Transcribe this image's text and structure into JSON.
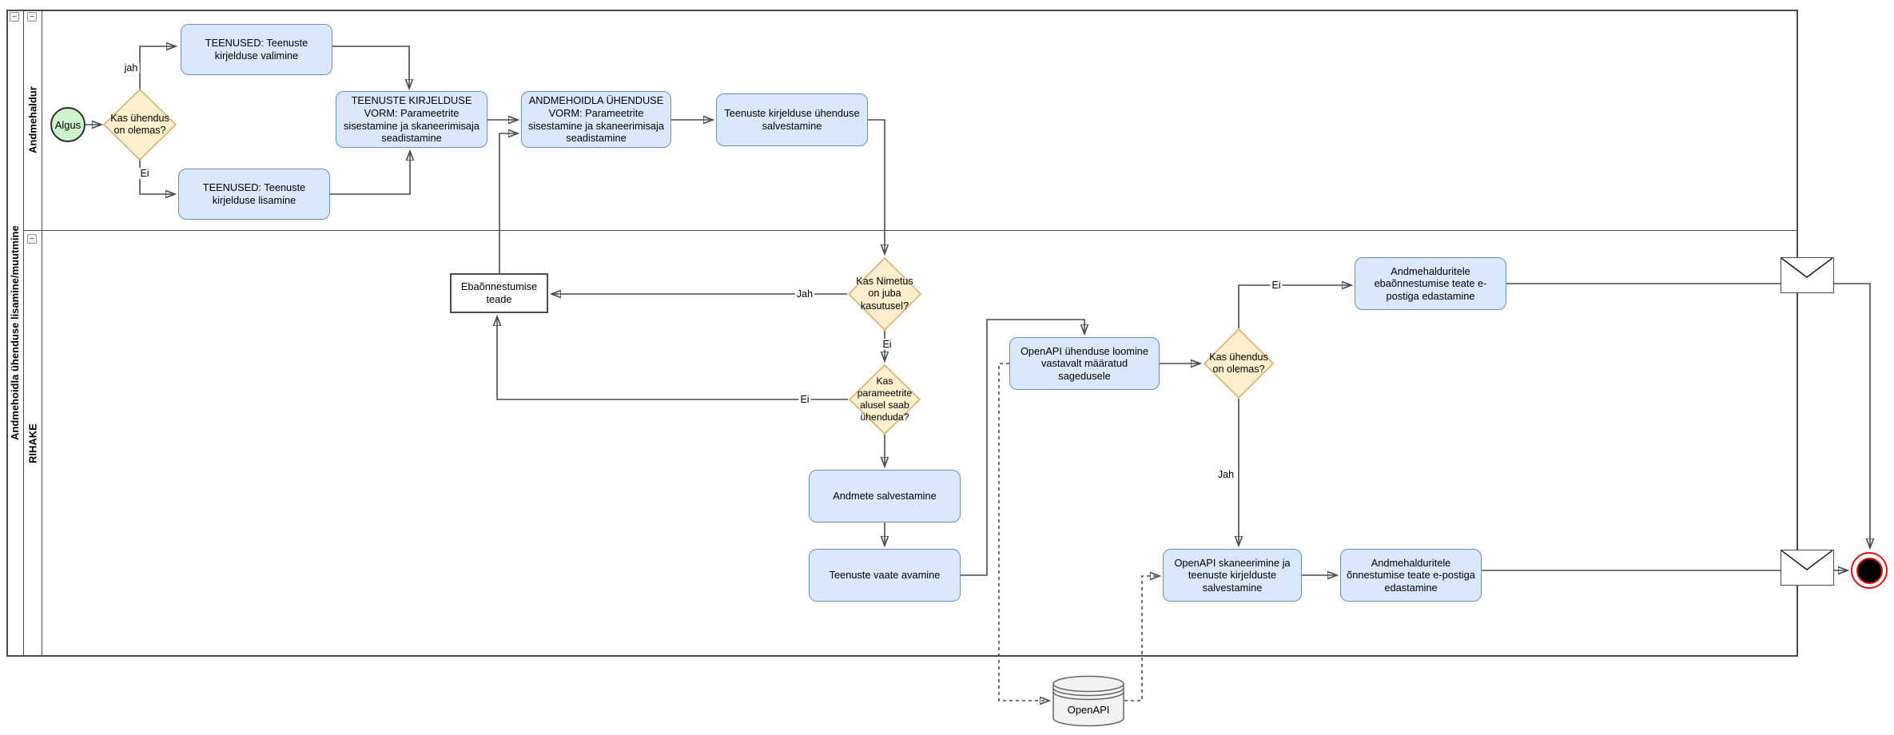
{
  "pool": {
    "title": "Andmehoidla ühenduse lisamine/muutmine",
    "lanes": [
      {
        "title": "Andmehaldur"
      },
      {
        "title": "RIHAKE"
      }
    ]
  },
  "icons": {
    "collapse": "−"
  },
  "nodes": {
    "start": {
      "label": "Algus",
      "type": "start-event"
    },
    "gw_uhendus_olemas_1": {
      "label": "Kas ühendus on olemas?",
      "type": "gateway"
    },
    "task_valimine": {
      "label": "TEENUSED: Teenuste kirjelduse valimine",
      "type": "task"
    },
    "task_lisamine": {
      "label": "TEENUSED: Teenuste kirjelduse lisamine",
      "type": "task"
    },
    "task_teenuste_vorm": {
      "label": "TEENUSTE KIRJELDUSE VORM: Parameetrite sisestamine ja skaneerimisaja seadistamine",
      "type": "task"
    },
    "task_andmehoidla_vorm": {
      "label": "ANDMEHOIDLA ÜHENDUSE VORM: Parameetrite sisestamine ja skaneerimisaja seadistamine",
      "type": "task"
    },
    "task_uhenduse_salvestamine": {
      "label": "Teenuste kirjelduse ühenduse salvestamine",
      "type": "task"
    },
    "ebaonnestumise_teade": {
      "label": "Ebaõnnestumise teade",
      "type": "plain-rect"
    },
    "gw_nimetus_kasutusel": {
      "label": "Kas Nimetus on juba kasutusel?",
      "type": "gateway"
    },
    "gw_parameetrite_alusel": {
      "label": "Kas parameetrite alusel saab ühenduda?",
      "type": "gateway"
    },
    "task_andmete_salvestamine": {
      "label": "Andmete salvestamine",
      "type": "task"
    },
    "task_teenuste_vaate": {
      "label": "Teenuste vaate avamine",
      "type": "task"
    },
    "task_openapi_uhenduse": {
      "label": "OpenAPI ühenduse loomine vastavalt määratud sagedusele",
      "type": "task"
    },
    "gw_uhendus_olemas_2": {
      "label": "Kas ühendus on olemas?",
      "type": "gateway"
    },
    "task_ebaonn_epost": {
      "label": "Andmehalduritele ebaõnnestumise teate e-postiga edastamine",
      "type": "task"
    },
    "task_openapi_skaneerimine": {
      "label": "OpenAPI skaneerimine ja teenuste kirjelduste salvestamine",
      "type": "task"
    },
    "task_onn_epost": {
      "label": "Andmehalduritele õnnestumise teate e-postiga edastamine",
      "type": "task"
    },
    "datastore_openapi": {
      "label": "OpenAPI",
      "type": "datastore"
    }
  },
  "edge_labels": {
    "gw1_yes": "jah",
    "gw1_no": "Ei",
    "gw2_yes": "Jah",
    "gw2_no": "Ei",
    "gw3_no": "Ei",
    "gw4_no": "Ei",
    "gw4_yes": "Jah"
  },
  "colors": {
    "task_fill": "#dae8fc",
    "task_stroke": "#6c8ebf",
    "gateway_fill": "#fdeecd",
    "gateway_stroke": "#d6b36c",
    "start_fill": "#ccf3cb",
    "start_stroke": "#2d2d2d",
    "edge": "#4a4a4a",
    "frame": "#4b4b4b",
    "end_ring": "#e01414",
    "cylinder_fill": "#f2f2f2",
    "cylinder_stroke": "#666666"
  }
}
